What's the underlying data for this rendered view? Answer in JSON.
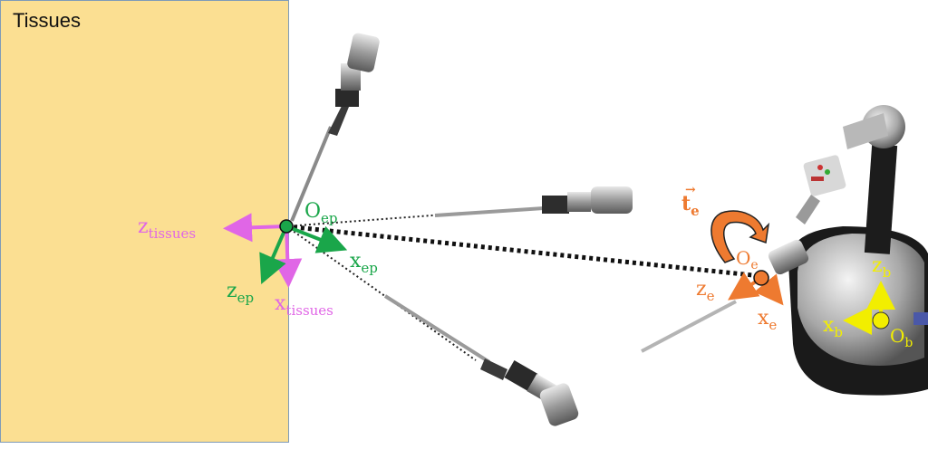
{
  "title": "Tissues",
  "colors": {
    "tissue_fill": "#fbdf92",
    "tissue_border": "#7f9bb8",
    "green": "#1aa64a",
    "magenta": "#e066e6",
    "orange": "#ee7a30",
    "yellow": "#f2ee00",
    "dark": "#222222"
  },
  "frames": {
    "entry_point": {
      "origin": {
        "base": "O",
        "sub": "ep"
      },
      "x_axis": {
        "base": "x",
        "sub": "ep"
      },
      "z_axis": {
        "base": "z",
        "sub": "ep"
      }
    },
    "tissues": {
      "x_axis": {
        "base": "x",
        "sub": "tissues"
      },
      "z_axis": {
        "base": "z",
        "sub": "tissues"
      }
    },
    "end_effector": {
      "origin": {
        "base": "O",
        "sub": "e"
      },
      "x_axis": {
        "base": "x",
        "sub": "e"
      },
      "z_axis": {
        "base": "z",
        "sub": "e"
      },
      "torque": {
        "base": "t",
        "sub": "e",
        "decoration": "⃗"
      }
    },
    "base": {
      "origin": {
        "base": "O",
        "sub": "b"
      },
      "x_axis": {
        "base": "x",
        "sub": "b"
      },
      "z_axis": {
        "base": "z",
        "sub": "b"
      }
    }
  },
  "icons": [
    "surgical-instrument",
    "haptic-robot",
    "rotation-arrow-icon"
  ]
}
